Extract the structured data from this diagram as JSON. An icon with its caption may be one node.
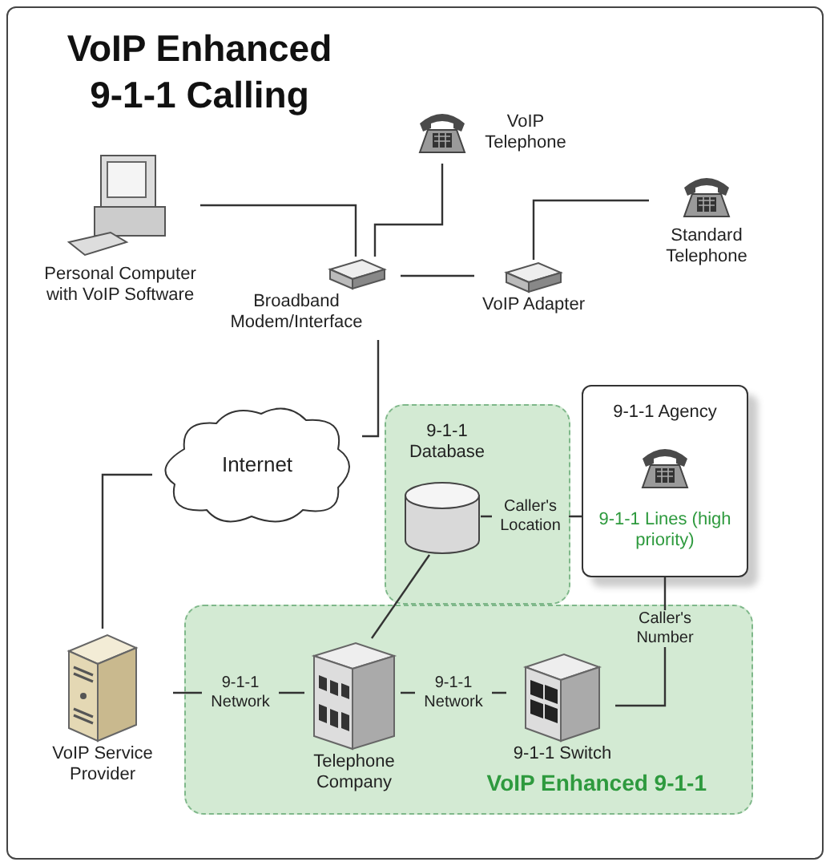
{
  "diagram": {
    "title": "VoIP Enhanced 9-1-1 Calling",
    "nodes": [
      {
        "text": [
          "Personal Computer with VoIP Software"
        ]
      },
      {
        "text": [
          "VoIP Telephone"
        ]
      },
      {
        "text": [
          "Broadband Modem/Interface"
        ]
      },
      {
        "text": [
          "VoIP Adapter"
        ]
      },
      {
        "text": [
          "Standard Telephone"
        ]
      },
      {
        "text": [
          "Internet"
        ]
      },
      {
        "text": [
          "9-1-1 Database"
        ]
      },
      {
        "text": [],
        "shape": "cylinder",
        "in": 6
      },
      {
        "text": [
          "9-1-1 Agency",
          "9-1-1 Lines (high priority)"
        ]
      },
      {
        "text": [
          "VoIP Enhanced 9-1-1"
        ]
      },
      {
        "text": [
          "Telephone Company"
        ],
        "in": 9
      },
      {
        "text": [
          "9-1-1 Switch"
        ],
        "in": 9
      },
      {
        "text": [
          "VoIP Service Provider"
        ]
      }
    ],
    "edges": [
      {
        "from": 0,
        "to": 2,
        "arrow": "none"
      },
      {
        "from": 1,
        "to": 2,
        "arrow": "none"
      },
      {
        "from": 2,
        "to": 3,
        "arrow": "none"
      },
      {
        "from": 3,
        "to": 4,
        "arrow": "none"
      },
      {
        "from": 2,
        "to": 5,
        "arrow": "none"
      },
      {
        "from": 5,
        "to": 12,
        "arrow": "none"
      },
      {
        "from": 12,
        "to": 10,
        "label": "9-1-1 Network",
        "arrow": "none"
      },
      {
        "from": 10,
        "to": 11,
        "label": "9-1-1 Network",
        "arrow": "none"
      },
      {
        "from": 11,
        "to": 8,
        "label": "Caller's Number",
        "arrow": "none"
      },
      {
        "from": 10,
        "to": 7,
        "arrow": "none"
      },
      {
        "from": 7,
        "to": 8,
        "label": "Caller's Location",
        "arrow": "none"
      }
    ]
  }
}
